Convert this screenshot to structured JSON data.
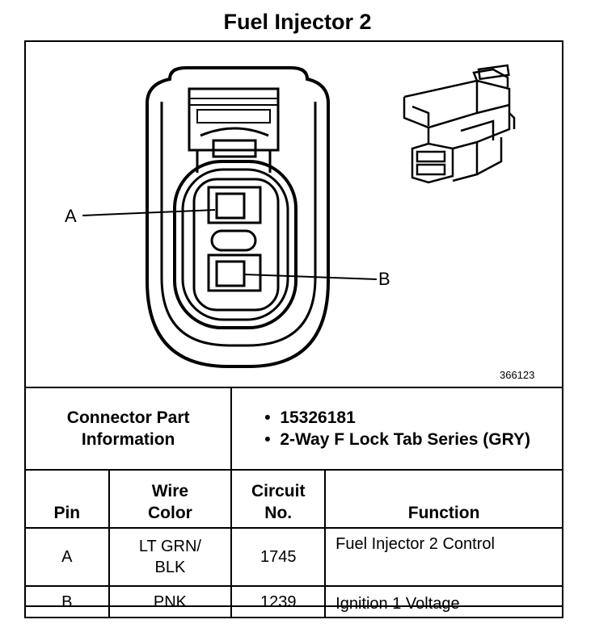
{
  "title": "Fuel Injector 2",
  "diagram": {
    "pin_a_label": "A",
    "pin_b_label": "B",
    "figure_code": "366123"
  },
  "connector_info": {
    "label": "Connector Part Information",
    "bullets": [
      {
        "bullet": "•",
        "text": "15326181"
      },
      {
        "bullet": "•",
        "text": "2-Way F Lock Tab Series (GRY)"
      }
    ]
  },
  "table": {
    "headers": {
      "pin": "Pin",
      "wire_color": "Wire Color",
      "circuit_no": "Circuit No.",
      "function": "Function"
    },
    "rows": [
      {
        "pin": "A",
        "wire_color": "LT GRN/ BLK",
        "circuit": "1745",
        "function": "Fuel Injector 2 Control"
      },
      {
        "pin": "B",
        "wire_color": "PNK",
        "circuit": "1239",
        "function": "Ignition 1 Voltage"
      }
    ]
  }
}
